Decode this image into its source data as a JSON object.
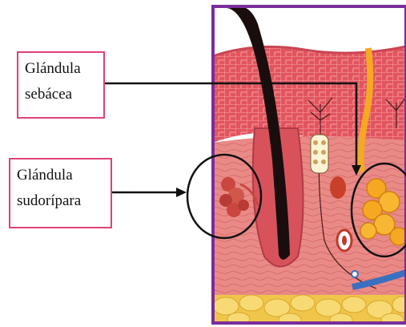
{
  "labels": {
    "sebaceous": {
      "line1": "Glándula",
      "line2": "sebácea"
    },
    "sweat": {
      "line1": "Glándula",
      "line2": "sudorípara"
    }
  },
  "colors": {
    "frame": "#7a2d9c",
    "label_border": "#e0407a",
    "epidermis": "#e85a66",
    "dermis": "#e98a86",
    "hair": "#1a0d0d",
    "gland_yellow": "#f5a821",
    "fat": "#f3cf4f"
  }
}
